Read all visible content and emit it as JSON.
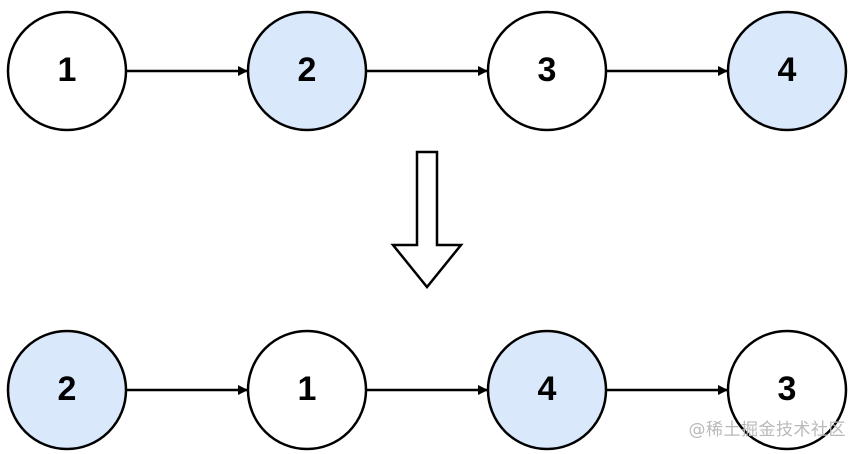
{
  "before": {
    "nodes": [
      {
        "label": "1",
        "highlighted": false
      },
      {
        "label": "2",
        "highlighted": true
      },
      {
        "label": "3",
        "highlighted": false
      },
      {
        "label": "4",
        "highlighted": true
      }
    ]
  },
  "after": {
    "nodes": [
      {
        "label": "2",
        "highlighted": true
      },
      {
        "label": "1",
        "highlighted": false
      },
      {
        "label": "4",
        "highlighted": true
      },
      {
        "label": "3",
        "highlighted": false
      }
    ]
  },
  "colors": {
    "highlight_fill": "#dae8fc",
    "plain_fill": "#ffffff",
    "stroke": "#000000"
  },
  "transform_arrow_icon": "down-hollow-arrow",
  "watermark": "@稀土掘金技术社区"
}
